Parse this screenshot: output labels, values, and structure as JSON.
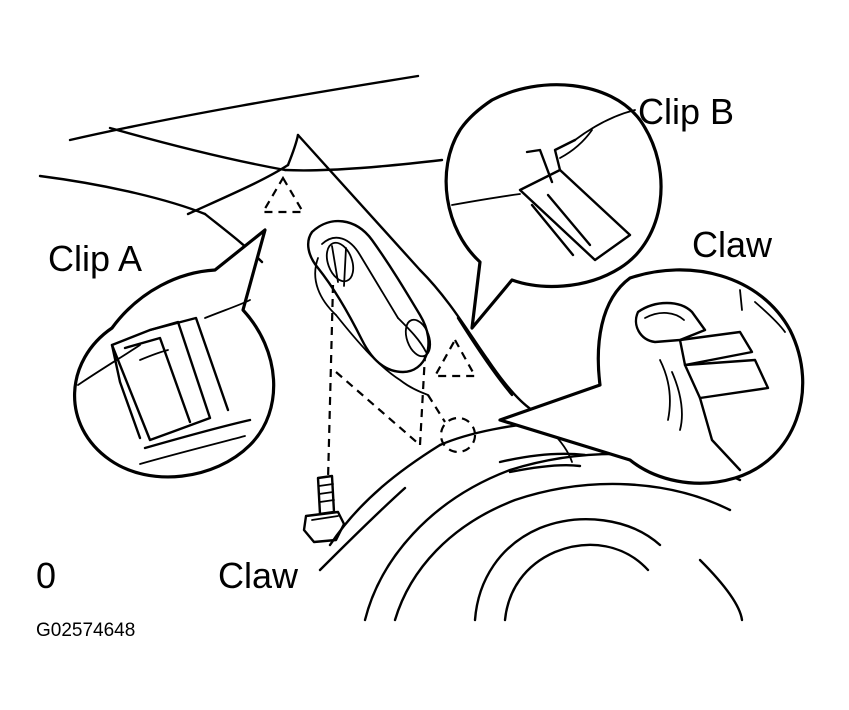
{
  "labels": {
    "clip_a": "Clip A",
    "clip_b": "Clip B",
    "claw_top": "Claw",
    "claw_bottom": "Claw",
    "view_mark": "0",
    "figure_code": "G02574648"
  }
}
